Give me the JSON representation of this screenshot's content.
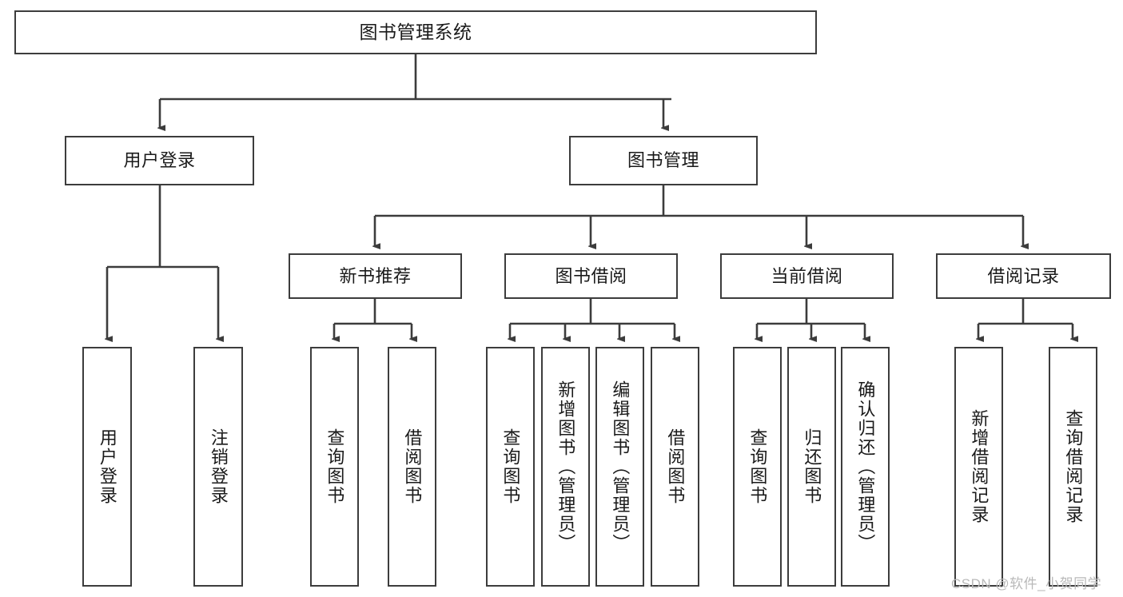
{
  "diagram": {
    "type": "tree-hierarchy-chart",
    "title": "图书管理系统",
    "background_color": "#ffffff",
    "box_border_color": "#3c3c3c",
    "connector_color": "#3c3c3c",
    "levels": {
      "root": {
        "label": "图书管理系统"
      },
      "level1": [
        {
          "label": "用户登录"
        },
        {
          "label": "图书管理"
        }
      ],
      "level2": [
        {
          "label": "新书推荐"
        },
        {
          "label": "图书借阅"
        },
        {
          "label": "当前借阅"
        },
        {
          "label": "借阅记录"
        }
      ],
      "leaves": {
        "user_login": [
          {
            "label": "用户登录"
          },
          {
            "label": "注销登录"
          }
        ],
        "new_book_recommend": [
          {
            "label": "查询图书"
          },
          {
            "label": "借阅图书"
          }
        ],
        "book_borrow": [
          {
            "label": "查询图书"
          },
          {
            "label": "新增图书（管理员）"
          },
          {
            "label": "编辑图书（管理员）"
          },
          {
            "label": "借阅图书"
          }
        ],
        "current_borrow": [
          {
            "label": "查询图书"
          },
          {
            "label": "归还图书"
          },
          {
            "label": "确认归还（管理员）"
          }
        ],
        "borrow_records": [
          {
            "label": "新增借阅记录"
          },
          {
            "label": "查询借阅记录"
          }
        ]
      }
    }
  },
  "watermark": {
    "text": "CSDN @软件_小贺同学"
  }
}
